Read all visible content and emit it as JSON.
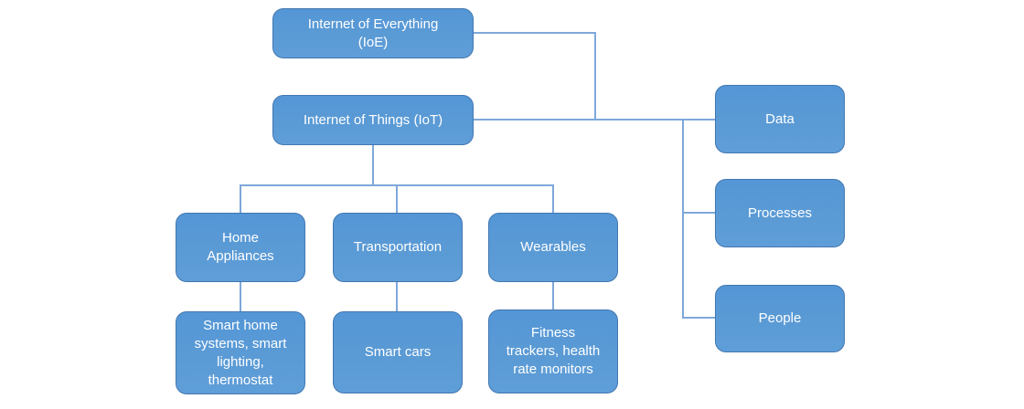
{
  "diagram": {
    "type": "hierarchy",
    "nodes": {
      "ioe": {
        "label": "Internet of Everything (IoE)"
      },
      "iot": {
        "label": "Internet of Things (IoT)"
      },
      "home_appliances": {
        "label": "Home Appliances"
      },
      "transportation": {
        "label": "Transportation"
      },
      "wearables": {
        "label": "Wearables"
      },
      "smart_home": {
        "label": "Smart home systems, smart lighting, thermostat"
      },
      "smart_cars": {
        "label": "Smart cars"
      },
      "fitness": {
        "label": "Fitness trackers, health rate monitors"
      },
      "data": {
        "label": "Data"
      },
      "processes": {
        "label": "Processes"
      },
      "people": {
        "label": "People"
      }
    },
    "edges": [
      [
        "ioe",
        "iot"
      ],
      [
        "ioe",
        "data"
      ],
      [
        "ioe",
        "processes"
      ],
      [
        "ioe",
        "people"
      ],
      [
        "iot",
        "home_appliances"
      ],
      [
        "iot",
        "transportation"
      ],
      [
        "iot",
        "wearables"
      ],
      [
        "home_appliances",
        "smart_home"
      ],
      [
        "transportation",
        "smart_cars"
      ],
      [
        "wearables",
        "fitness"
      ]
    ],
    "colors": {
      "node_fill": "#5B9BD5",
      "node_border": "#4377B0",
      "connector": "#7EA8DA",
      "text": "#FFFFFF",
      "background": "#FFFFFF"
    }
  }
}
